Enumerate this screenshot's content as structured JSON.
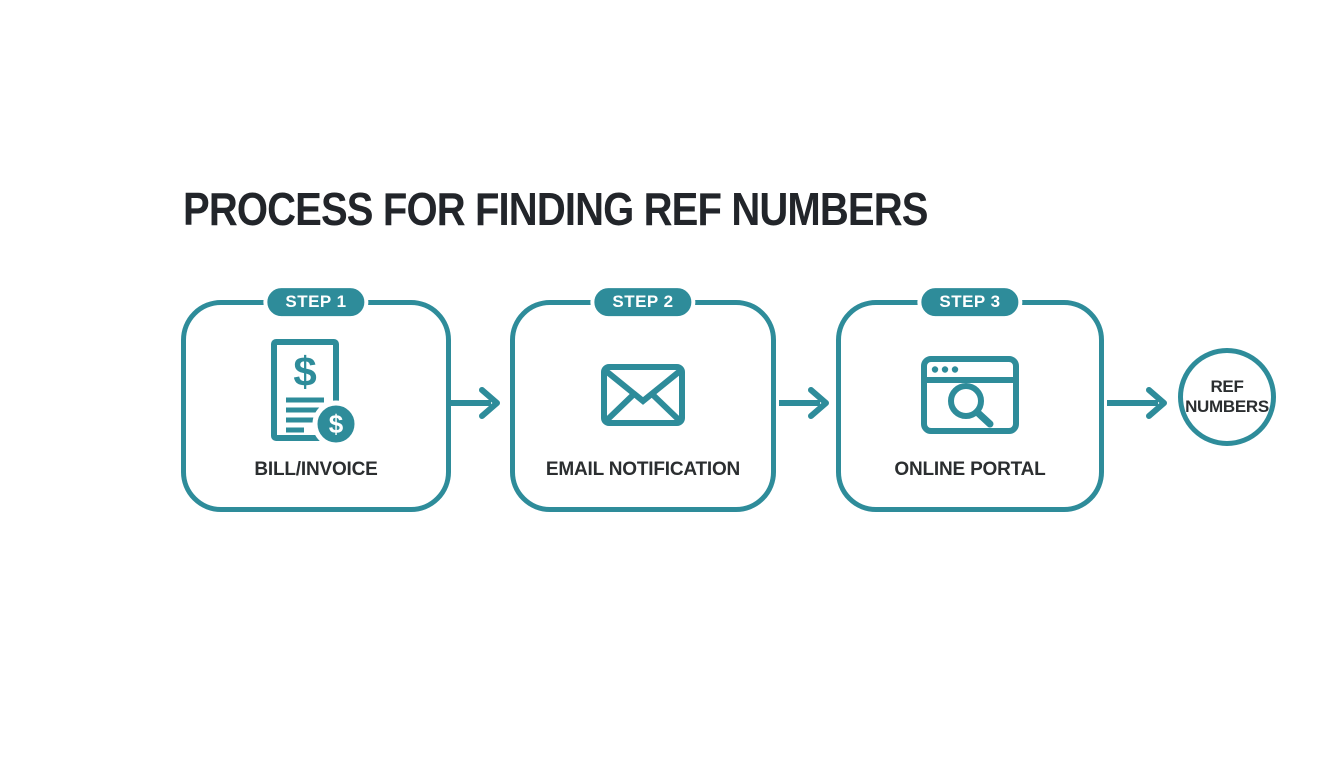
{
  "title": "PROCESS FOR FINDING REF NUMBERS",
  "colors": {
    "teal": "#2e8c9a",
    "title_text": "#22252a",
    "label_text": "#2b2e30",
    "badge_text": "#ffffff",
    "background": "#ffffff"
  },
  "steps": [
    {
      "badge": "STEP 1",
      "label": "BILL/INVOICE",
      "icon": "invoice-dollar-icon"
    },
    {
      "badge": "STEP 2",
      "label": "EMAIL NOTIFICATION",
      "icon": "envelope-icon"
    },
    {
      "badge": "STEP 3",
      "label": "ONLINE PORTAL",
      "icon": "browser-search-icon"
    }
  ],
  "result": {
    "line1": "REF",
    "line2": "NUMBERS"
  },
  "icon_texts": {
    "dollar": "$"
  }
}
